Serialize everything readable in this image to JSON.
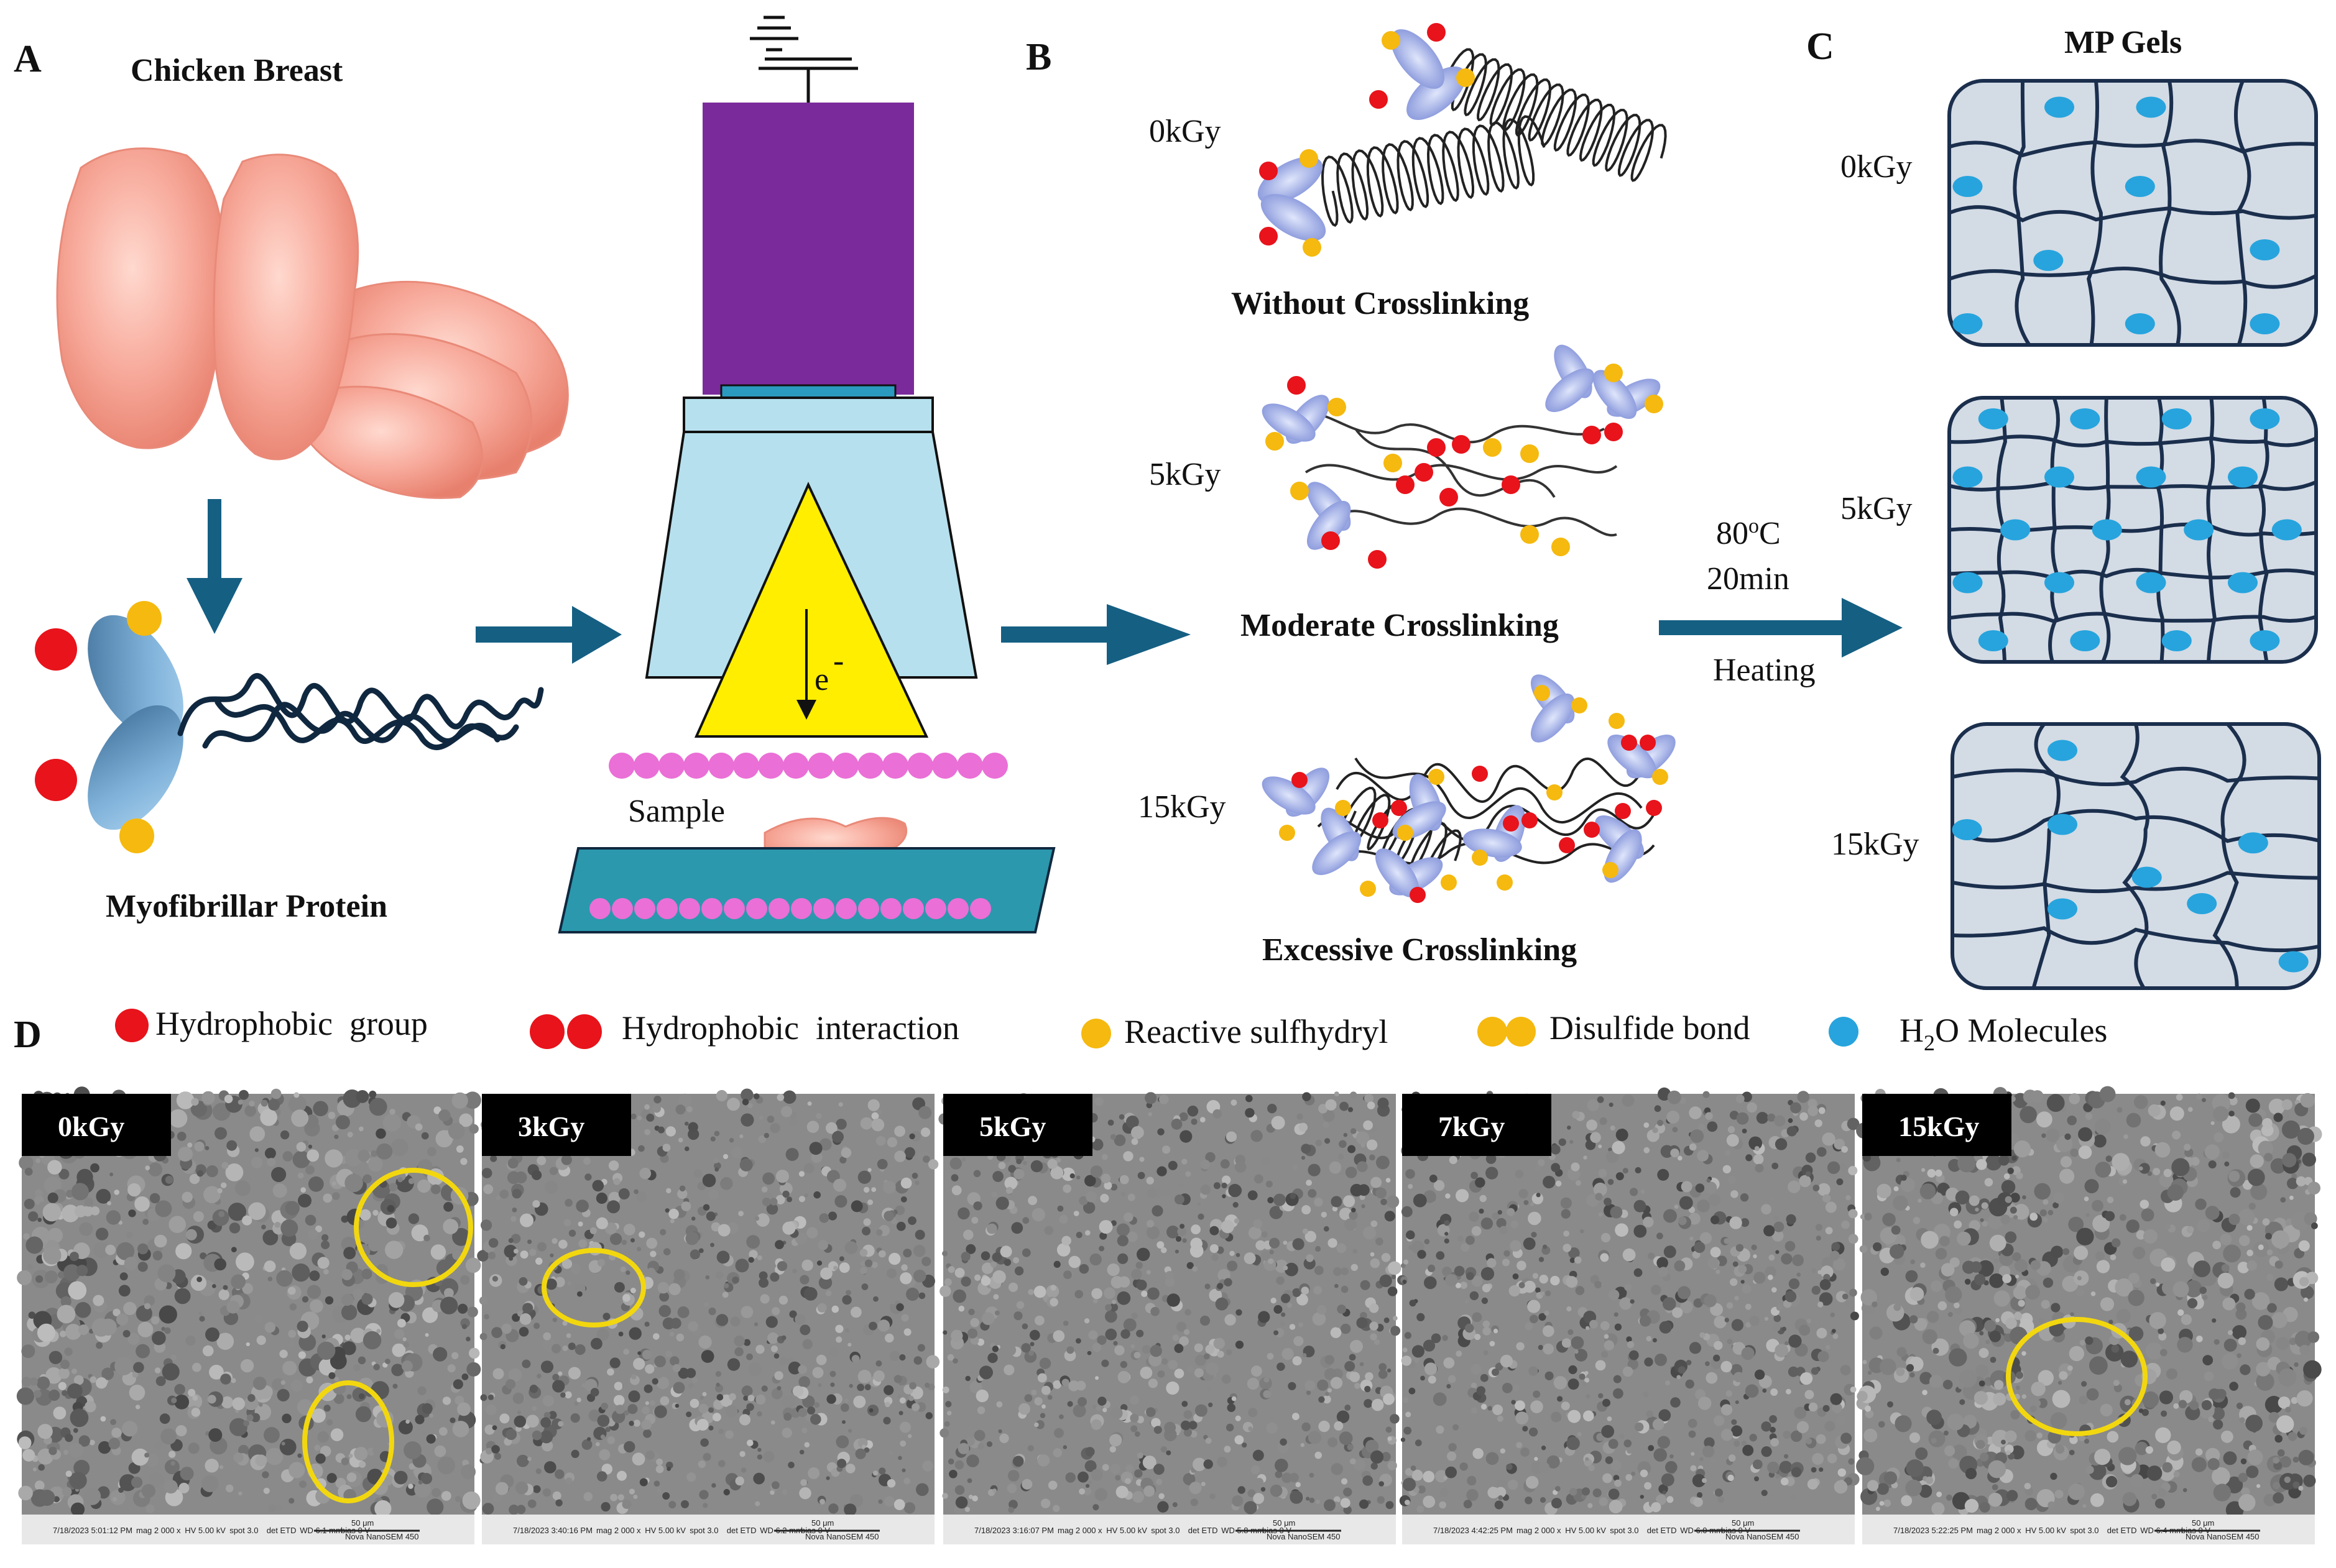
{
  "panels": {
    "A": {
      "letter": "A",
      "title": "Chicken Breast",
      "protein_label": "Myofibrillar Protein",
      "electron_label": "e",
      "electron_sup": "-",
      "sample_label": "Sample"
    },
    "B": {
      "letter": "B",
      "rows": [
        {
          "dose": "0kGy",
          "caption": "Without Crosslinking"
        },
        {
          "dose": "5kGy",
          "caption": "Moderate Crosslinking"
        },
        {
          "dose": "15kGy",
          "caption": "Excessive Crosslinking"
        }
      ],
      "heating_temp": "80",
      "heating_temp_sup": "o",
      "heating_temp_unit": "C",
      "heating_time": "20min",
      "heating_label": "Heating"
    },
    "C": {
      "letter": "C",
      "title": "MP Gels",
      "doses": [
        "0kGy",
        "5kGy",
        "15kGy"
      ]
    },
    "D": {
      "letter": "D",
      "legend": {
        "hydrophobic_group": "Hydrophobic  group",
        "hydrophobic_interaction": "Hydrophobic  interaction",
        "reactive_sulfhydryl": "Reactive sulfhydryl",
        "disulfide_bond": "Disulfide bond",
        "water_prefix": "H",
        "water_sub": "2",
        "water_suffix": "O Molecules"
      },
      "sem_images": [
        {
          "label": "0kGy",
          "date": "7/18/2023",
          "time": "5:01:12 PM",
          "mag": "2 000 x",
          "hv": "5.00 kV",
          "spot": "3.0",
          "det": "ETD",
          "wd": "6.1 mm",
          "bias": "0 V",
          "scale": "50 μm",
          "instrument": "Nova NanoSEM 450"
        },
        {
          "label": "3kGy",
          "date": "7/18/2023",
          "time": "3:40:16 PM",
          "mag": "2 000 x",
          "hv": "5.00 kV",
          "spot": "3.0",
          "det": "ETD",
          "wd": "6.2 mm",
          "bias": "0 V",
          "scale": "50 μm",
          "instrument": "Nova NanoSEM 450"
        },
        {
          "label": "5kGy",
          "date": "7/18/2023",
          "time": "3:16:07 PM",
          "mag": "2 000 x",
          "hv": "5.00 kV",
          "spot": "3.0",
          "det": "ETD",
          "wd": "5.8 mm",
          "bias": "0 V",
          "scale": "50 μm",
          "instrument": "Nova NanoSEM 450"
        },
        {
          "label": "7kGy",
          "date": "7/18/2023",
          "time": "4:42:25 PM",
          "mag": "2 000 x",
          "hv": "5.00 kV",
          "spot": "3.0",
          "det": "ETD",
          "wd": "6.0 mm",
          "bias": "0 V",
          "scale": "50 μm",
          "instrument": "Nova NanoSEM 450"
        },
        {
          "label": "15kGy",
          "date": "7/18/2023",
          "time": "5:22:25 PM",
          "mag": "2 000 x",
          "hv": "5.00 kV",
          "spot": "3.0",
          "det": "ETD",
          "wd": "6.4 mm",
          "bias": "0 V",
          "scale": "50 μm",
          "instrument": "Nova NanoSEM 450"
        }
      ]
    }
  },
  "colors": {
    "hydrophobic": "#e8131b",
    "sulfhydryl": "#f5b90f",
    "water": "#27a4dd",
    "arrow": "#155f83",
    "accelerator": "#7b2a9b",
    "chamber": "#b6e0ee",
    "beam": "#ffee00",
    "sample_beads": "#ea6fd6",
    "conveyor": "#2b98ad",
    "gel_fill": "#d3dbe5",
    "gel_line": "#1b2f4d",
    "highlight_circle": "#f2d70f"
  }
}
